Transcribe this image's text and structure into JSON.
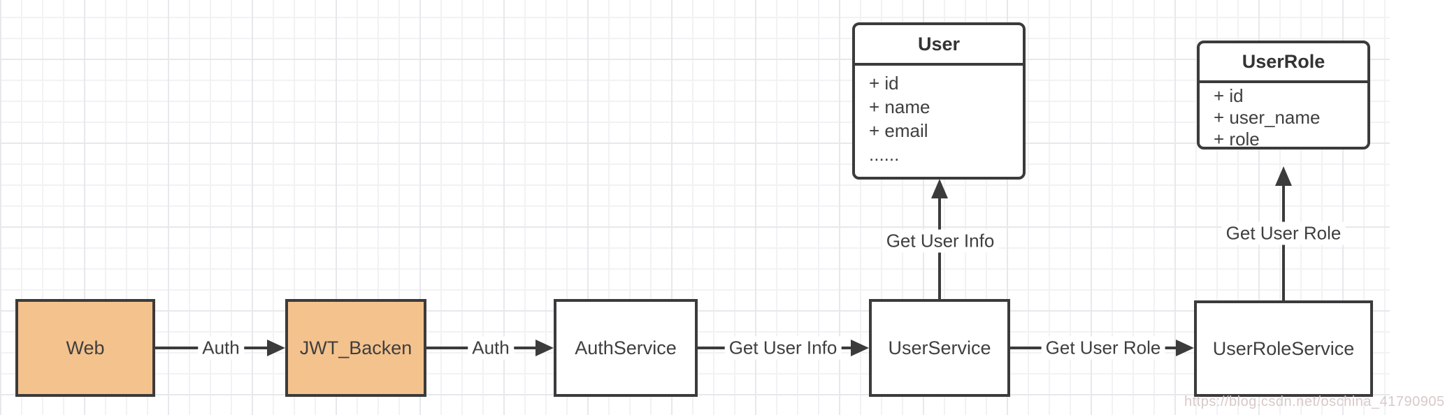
{
  "diagram": {
    "nodes": {
      "web": {
        "label": "Web"
      },
      "jwt_backen": {
        "label": "JWT_Backen"
      },
      "auth_service": {
        "label": "AuthService"
      },
      "user_service": {
        "label": "UserService"
      },
      "user_role_service": {
        "label": "UserRoleService"
      }
    },
    "classes": {
      "user": {
        "title": "User",
        "attrs": [
          "+ id",
          "+ name",
          "+ email",
          "......"
        ]
      },
      "user_role": {
        "title": "UserRole",
        "attrs": [
          "+ id",
          "+ user_name",
          "+ role"
        ]
      }
    },
    "edges": {
      "web_to_jwt": {
        "label": "Auth"
      },
      "jwt_to_auth_service": {
        "label": "Auth"
      },
      "auth_service_to_user_service": {
        "label": "Get User Info"
      },
      "user_service_to_user_role_service": {
        "label": "Get User Role"
      },
      "user_service_to_user_class": {
        "label": "Get User Info"
      },
      "user_role_service_to_user_role_class": {
        "label": "Get User Role"
      }
    },
    "colors": {
      "node_fill_orange": "#f4c28d",
      "node_fill_white": "#ffffff",
      "stroke": "#3b3b3b",
      "grid_minor": "#f2f2f5",
      "grid_major": "#e8e8ec"
    }
  },
  "watermark": {
    "text": "https://blog.csdn.net/oschina_41790905"
  }
}
